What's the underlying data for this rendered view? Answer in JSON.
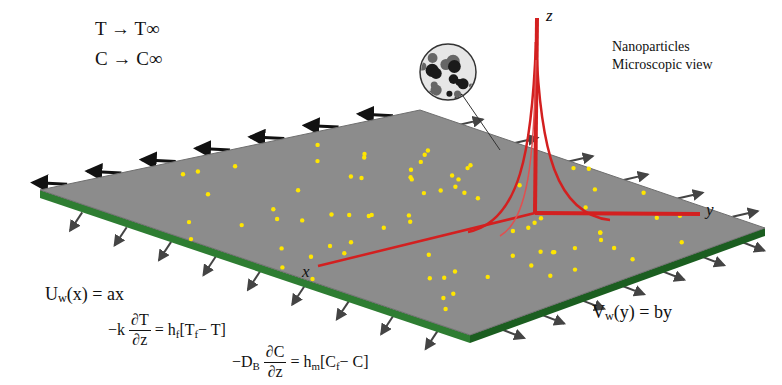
{
  "diagram": {
    "labels": [
      "T → T∞",
      "C → C∞",
      "z",
      "y",
      "x",
      "Nanoparticles Microscopic view",
      "U",
      "w",
      "(x) = ax",
      "V",
      "w",
      "(y) = by",
      "−k",
      "∂T",
      "∂z",
      "= h",
      "f",
      "[T",
      "f",
      "− T]",
      "−D",
      "B",
      "∂C",
      "∂z",
      "= h",
      "m",
      "[C",
      "f",
      "− C]"
    ]
  }
}
